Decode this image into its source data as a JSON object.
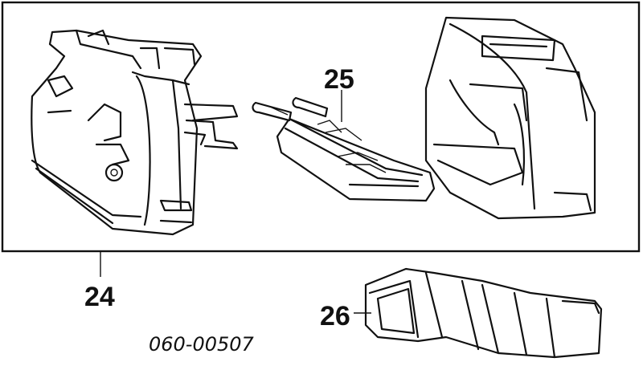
{
  "diagram": {
    "callouts": {
      "assembly": "24",
      "core": "25",
      "duct": "26"
    },
    "part_code": "060-00507"
  }
}
